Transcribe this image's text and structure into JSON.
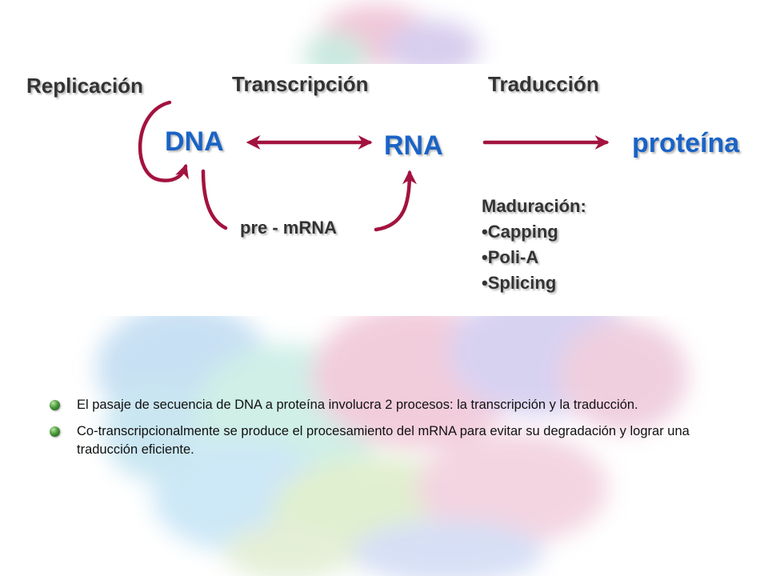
{
  "diagram": {
    "processes": {
      "replicacion": "Replicación",
      "transcripcion": "Transcripción",
      "traduccion": "Traducción"
    },
    "molecules": {
      "dna": "DNA",
      "rna": "RNA",
      "proteina": "proteína"
    },
    "pre_mrna": "pre - mRNA",
    "maduracion": {
      "title": "Maduración:",
      "items": [
        "•Capping",
        "•Poli-A",
        "•Splicing"
      ]
    }
  },
  "bullets": [
    "El pasaje de secuencia de DNA a proteína involucra 2 procesos: la transcripción y la traducción.",
    "Co-transcripcionalmente se produce el procesamiento del mRNA para evitar su degradación y lograr una traducción eficiente."
  ],
  "colors": {
    "arrow": "#a3133f",
    "molecule_text": "#1a63c6",
    "label_text": "#333333"
  }
}
